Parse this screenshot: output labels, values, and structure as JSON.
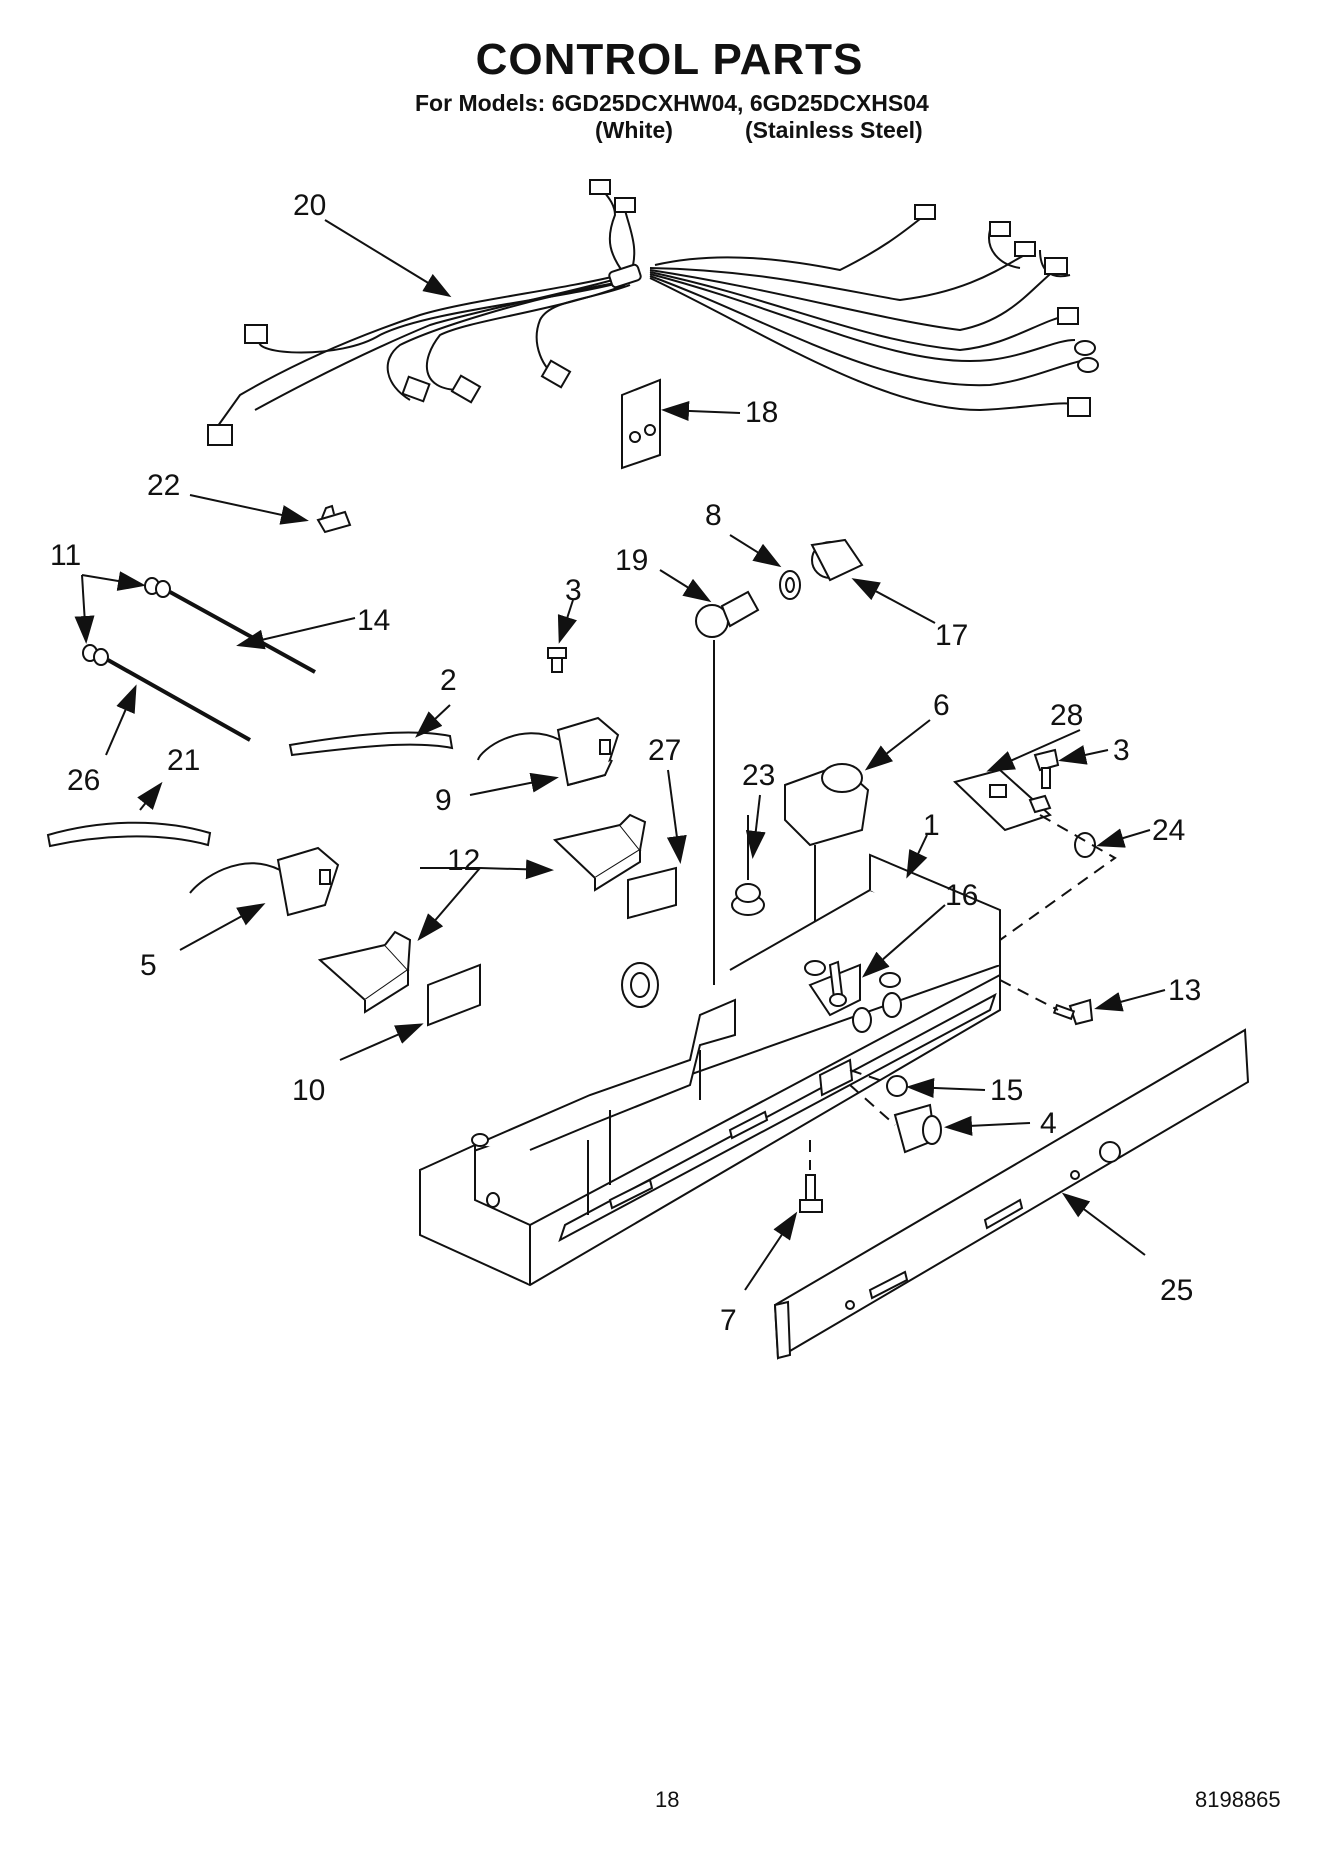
{
  "header": {
    "title": "CONTROL PARTS",
    "models_line": "For Models: 6GD25DCXHW04, 6GD25DCXHS04",
    "variant_white": "(White)",
    "variant_stainless": "(Stainless Steel)"
  },
  "callouts": {
    "c1": "1",
    "c2": "2",
    "c3a": "3",
    "c3b": "3",
    "c4": "4",
    "c5": "5",
    "c6": "6",
    "c7": "7",
    "c8": "8",
    "c9": "9",
    "c10": "10",
    "c11": "11",
    "c12": "12",
    "c13": "13",
    "c14": "14",
    "c15": "15",
    "c16": "16",
    "c17": "17",
    "c18": "18",
    "c19": "19",
    "c20": "20",
    "c21": "21",
    "c22": "22",
    "c23": "23",
    "c24": "24",
    "c25": "25",
    "c26": "26",
    "c27": "27",
    "c28": "28"
  },
  "footer": {
    "page_number": "18",
    "document_number": "8198865"
  }
}
